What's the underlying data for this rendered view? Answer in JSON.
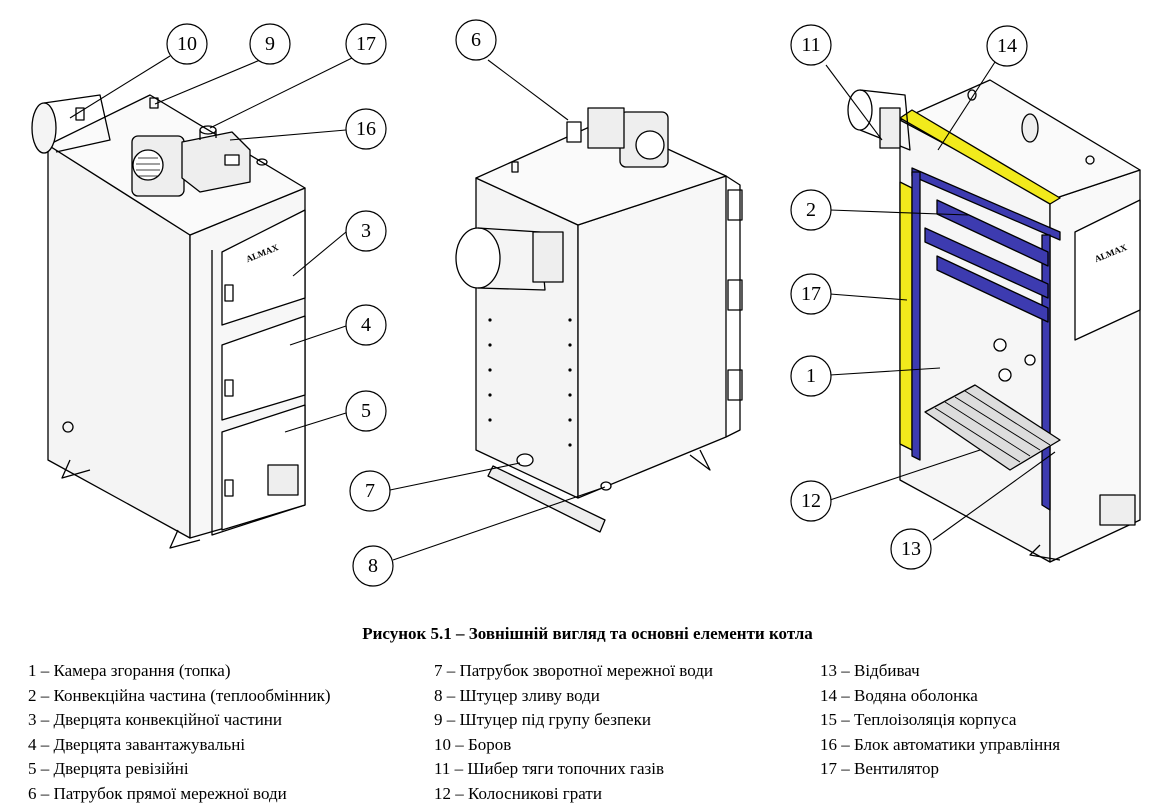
{
  "figure": {
    "callouts": [
      "10",
      "9",
      "17",
      "16",
      "3",
      "4",
      "5",
      "6",
      "7",
      "8",
      "11",
      "14",
      "2",
      "17",
      "1",
      "12",
      "13"
    ],
    "door_brand": "ALMAX"
  },
  "caption": "Рисунок 5.1 – Зовнішній вигляд та основні елементи котла",
  "legend": {
    "col1": [
      "1 – Камера згорання (топка)",
      "2 – Конвекційна частина (теплообмінник)",
      "3 – Дверцята конвекційної частини",
      "4 – Дверцята завантажувальні",
      "5 – Дверцята ревізійні",
      "6 – Патрубок прямої мережної води"
    ],
    "col2": [
      "7 – Патрубок зворотної мережної води",
      "8 – Штуцер зливу води",
      "9 – Штуцер під групу безпеки",
      "10 – Боров",
      "11 – Шибер тяги топочних газів",
      "12 – Колосникові грати"
    ],
    "col3": [
      "13 – Відбивач",
      "14 – Водяна оболонка",
      "15 – Теплоізоляція корпуса",
      "16 – Блок автоматики управління",
      "17 – Вентилятор"
    ]
  },
  "colors": {
    "insulation": "#f2ea1c",
    "water_jacket": "#3d3bb0",
    "line": "#000000"
  }
}
